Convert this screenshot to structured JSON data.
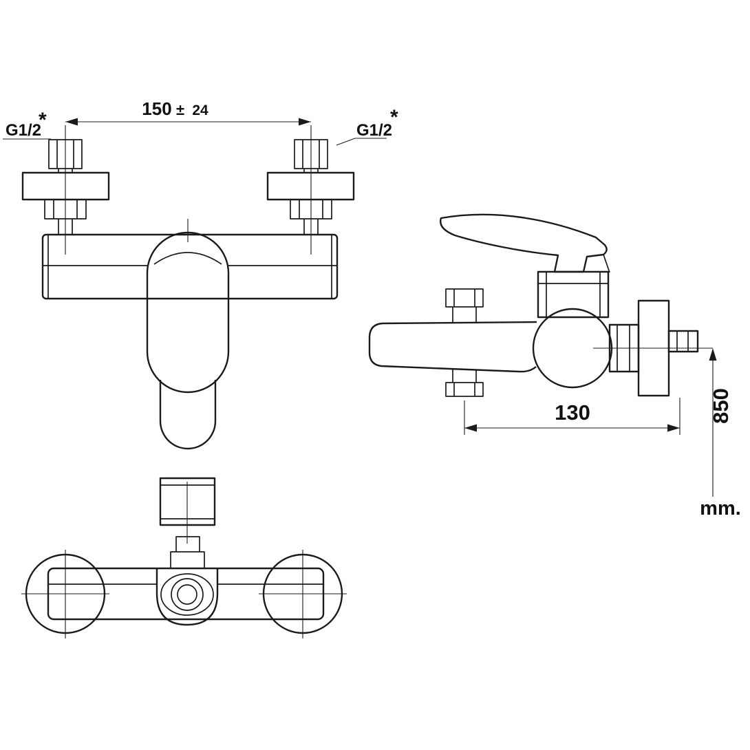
{
  "drawing": {
    "type": "technical-dimension-drawing",
    "views": [
      {
        "id": "front-view"
      },
      {
        "id": "side-view"
      },
      {
        "id": "bottom-view"
      }
    ]
  },
  "labels": {
    "center_distance": {
      "value": "150",
      "symbol": "±",
      "tolerance": "24"
    },
    "thread_left": {
      "text": "G1/2",
      "marker": "*"
    },
    "thread_right": {
      "text": "G1/2",
      "marker": "*"
    },
    "spout_reach": "130",
    "mount_height": "850",
    "unit": "mm."
  },
  "colors": {
    "line": "#1b1b1b",
    "text": "#111111",
    "background": "#ffffff"
  }
}
